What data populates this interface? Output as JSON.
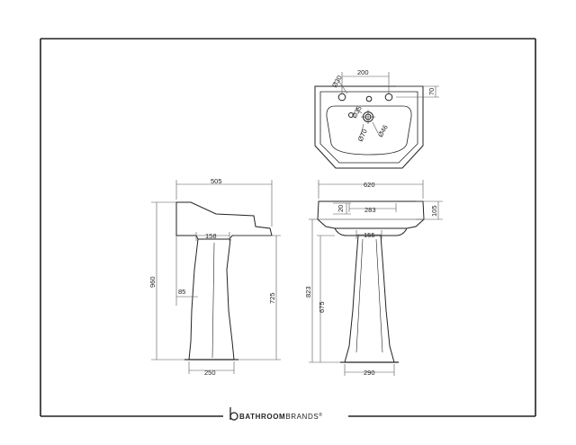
{
  "drawing": {
    "line_color": "#222222",
    "dimension_line_color": "#555555",
    "background_color": "#ffffff"
  },
  "side_view": {
    "depth_label": "505",
    "height_label": "960",
    "pedestal_top_label": "158",
    "pedestal_offset_label": "85",
    "pedestal_height_label": "725",
    "foot_depth_label": "250"
  },
  "front_view": {
    "width_label": "620",
    "inset_label": "20",
    "tap_spacing_label": "283",
    "rim_height_label": "105",
    "pedestal_top_label": "155",
    "overall_rim_label": "823",
    "pedestal_height_label": "675",
    "foot_width_label": "290"
  },
  "plan_view": {
    "hole_diameter_label": "Ø30",
    "tap_centres_label": "200",
    "hole_setback_label": "70",
    "overflow_label": "Ø35",
    "waste_label": "Ø70",
    "waste_inner_label": "Ø46"
  },
  "brand": {
    "name_bold": "BATHROOM",
    "name_light": "BRANDS",
    "mark": "®",
    "logo_icon": "b-logo-icon"
  }
}
